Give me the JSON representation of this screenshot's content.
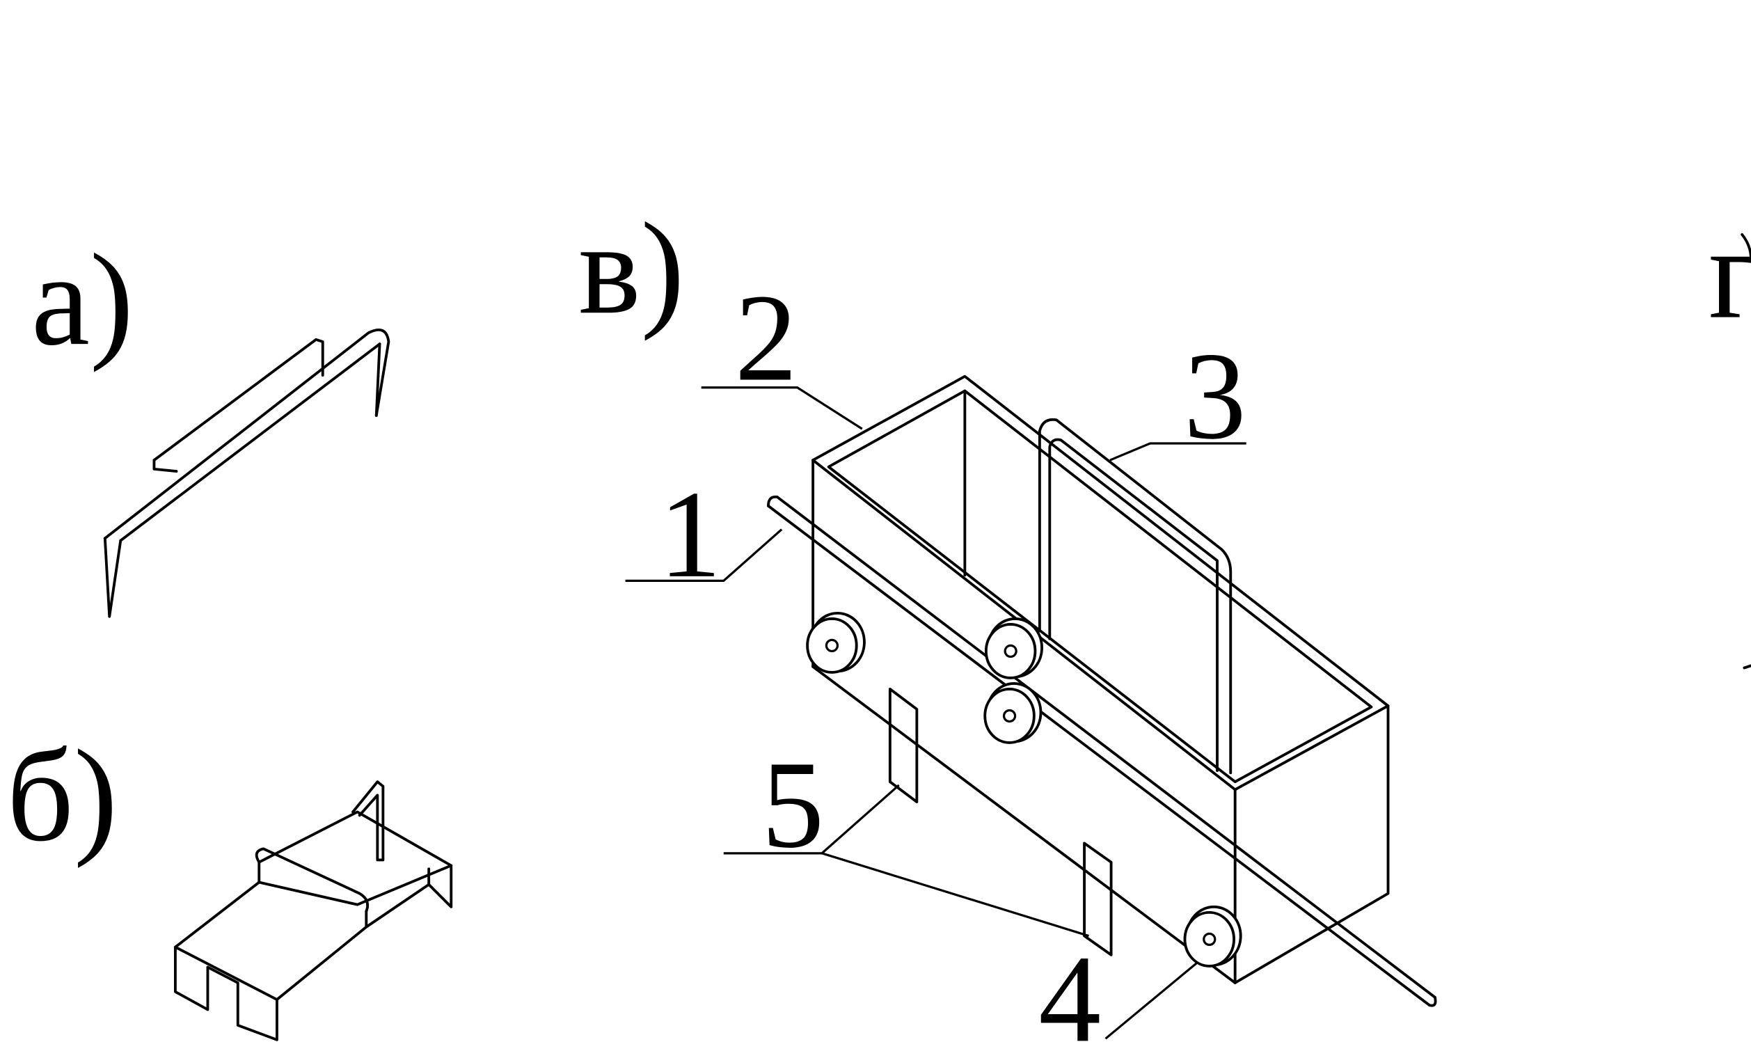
{
  "figure": {
    "panels": [
      {
        "key": "a",
        "label": "а)",
        "icon": "cleat-staple-icon"
      },
      {
        "key": "b",
        "label": "б)",
        "icon": "bent-plate-clip-icon"
      },
      {
        "key": "v",
        "label": "в)",
        "icon": "wheeled-container-icon"
      },
      {
        "key": "g",
        "label": "г)",
        "icon": "partial-panel-icon"
      }
    ],
    "callouts": [
      {
        "number": "1"
      },
      {
        "number": "2"
      },
      {
        "number": "3"
      },
      {
        "number": "4"
      },
      {
        "number": "5"
      }
    ]
  }
}
